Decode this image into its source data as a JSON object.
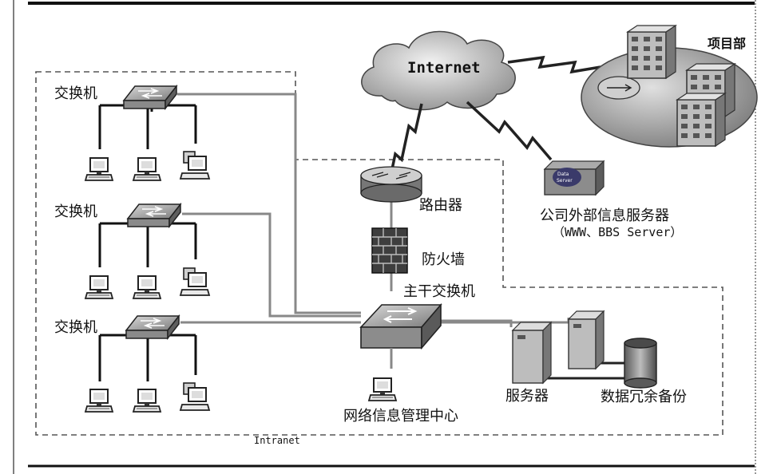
{
  "diagram": {
    "labels": {
      "internet": "Internet",
      "project_dept": "项目部",
      "switch_1": "交换机",
      "switch_2": "交换机",
      "switch_3": "交换机",
      "router": "路由器",
      "firewall": "防火墙",
      "core_switch": "主干交换机",
      "external_server": "公司外部信息服务器",
      "external_server_sub": "（WWW、BBS Server）",
      "servers": "服务器",
      "backup": "数据冗余备份",
      "nmc": "网络信息管理中心",
      "intranet": "Intranet",
      "server_badge": "Data Server"
    }
  }
}
